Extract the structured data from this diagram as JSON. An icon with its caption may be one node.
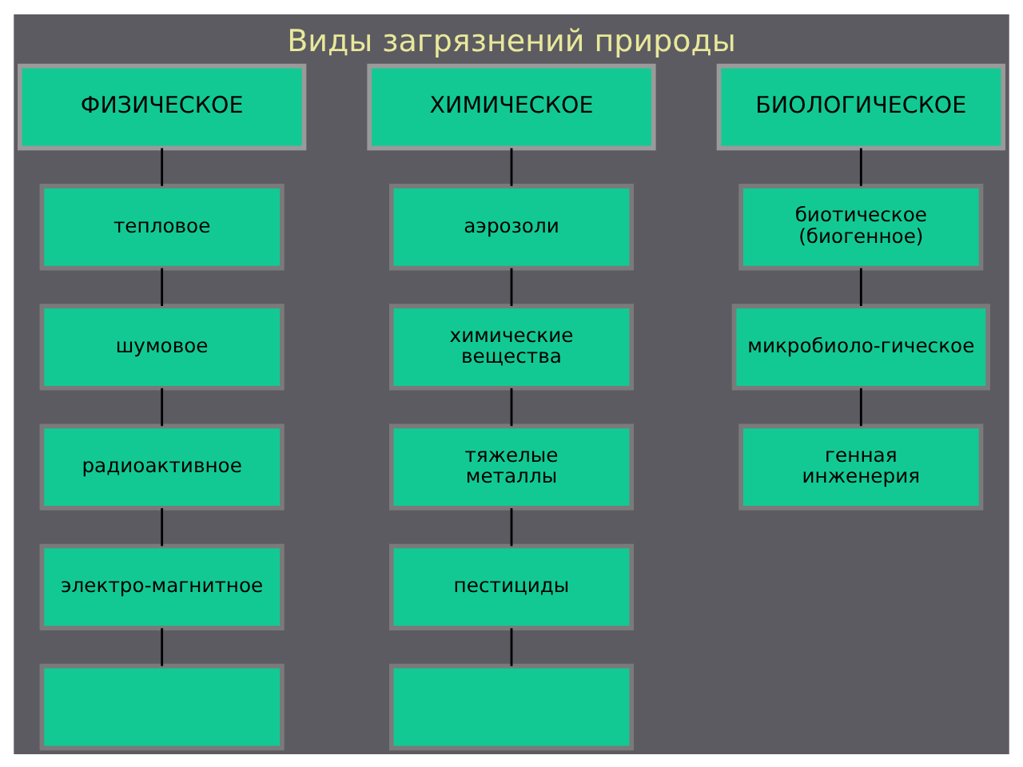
{
  "diagram": {
    "title": "Виды загрязнений природы",
    "nodes": [
      {
        "text": [
          "ФИЗИЧЕСКОЕ"
        ]
      },
      {
        "text": [
          "ХИМИЧЕСКОЕ"
        ]
      },
      {
        "text": [
          "БИОЛОГИЧЕСКОЕ"
        ]
      },
      {
        "text": [
          "тепловое"
        ]
      },
      {
        "text": [
          "аэрозоли"
        ]
      },
      {
        "text": [
          "биотическое (биогенное)"
        ]
      },
      {
        "text": [
          "шумовое"
        ]
      },
      {
        "text": [
          "химические вещества"
        ]
      },
      {
        "text": [
          "микробиоло-гическое"
        ]
      },
      {
        "text": [
          "радиоактивное"
        ]
      },
      {
        "text": [
          "тяжелые металлы"
        ]
      },
      {
        "text": [
          "генная инженерия"
        ]
      },
      {
        "text": [
          "электро-магнитное"
        ]
      },
      {
        "text": [
          "пестициды"
        ]
      },
      {
        "text": [],
        "shape": "box"
      },
      {
        "text": [],
        "shape": "box"
      }
    ],
    "edges": [
      {
        "from": 0,
        "to": 3,
        "arrow": "none"
      },
      {
        "from": 3,
        "to": 6,
        "arrow": "none"
      },
      {
        "from": 6,
        "to": 9,
        "arrow": "none"
      },
      {
        "from": 9,
        "to": 12,
        "arrow": "none"
      },
      {
        "from": 12,
        "to": 14,
        "arrow": "none"
      },
      {
        "from": 1,
        "to": 4,
        "arrow": "none"
      },
      {
        "from": 4,
        "to": 7,
        "arrow": "none"
      },
      {
        "from": 7,
        "to": 10,
        "arrow": "none"
      },
      {
        "from": 10,
        "to": 13,
        "arrow": "none"
      },
      {
        "from": 13,
        "to": 15,
        "arrow": "none"
      },
      {
        "from": 2,
        "to": 5,
        "arrow": "none"
      },
      {
        "from": 5,
        "to": 8,
        "arrow": "none"
      },
      {
        "from": 8,
        "to": 11,
        "arrow": "none"
      }
    ]
  }
}
